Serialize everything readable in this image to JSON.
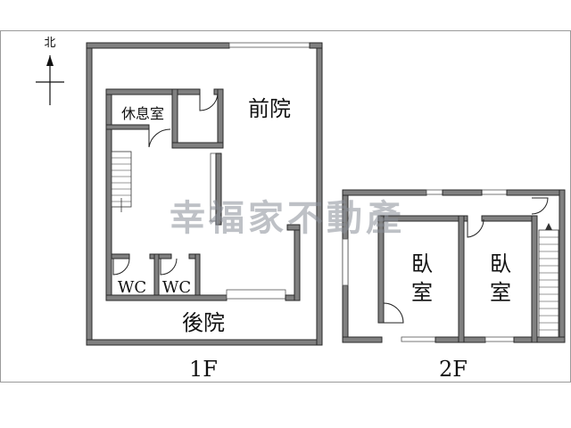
{
  "compass": {
    "label": "北"
  },
  "floor1": {
    "caption": "1F",
    "rooms": {
      "rest_room": "休息室",
      "front_yard": "前院",
      "back_yard": "後院",
      "wc_left": "WC",
      "wc_right": "WC"
    }
  },
  "floor2": {
    "caption": "2F",
    "rooms": {
      "bedroom_left": "臥室",
      "bedroom_right": "臥室"
    }
  },
  "watermark": "幸福家不動產",
  "colors": {
    "wall": "#808080",
    "frame": "#9a9a9a",
    "watermark": "#8a8f99"
  },
  "icons": [
    "north-arrow-icon",
    "door-swing-icon",
    "staircase-icon",
    "window-icon"
  ]
}
